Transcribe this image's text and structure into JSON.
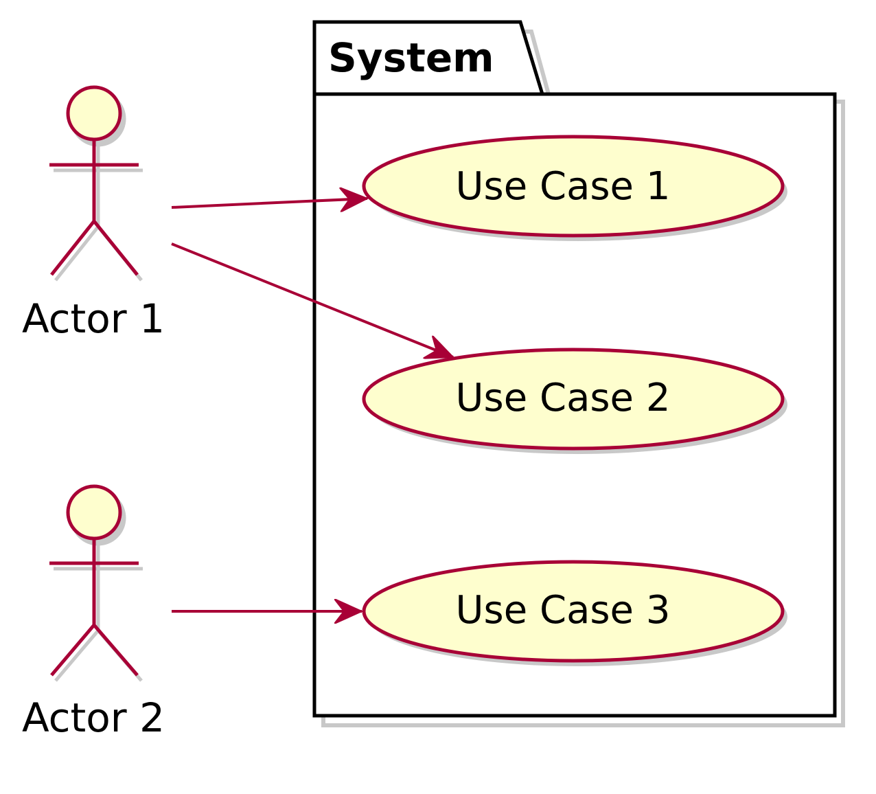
{
  "diagram": {
    "type": "uml-use-case",
    "package": {
      "title": "System"
    },
    "actors": [
      {
        "id": "actor1",
        "name": "Actor 1"
      },
      {
        "id": "actor2",
        "name": "Actor 2"
      }
    ],
    "use_cases": [
      {
        "id": "uc1",
        "name": "Use Case 1"
      },
      {
        "id": "uc2",
        "name": "Use Case 2"
      },
      {
        "id": "uc3",
        "name": "Use Case 3"
      }
    ],
    "associations": [
      {
        "from": "Actor 1",
        "to": "Use Case 1",
        "arrow": "open"
      },
      {
        "from": "Actor 1",
        "to": "Use Case 2",
        "arrow": "open"
      },
      {
        "from": "Actor 2",
        "to": "Use Case 3",
        "arrow": "open"
      }
    ]
  },
  "colors": {
    "actor_fill": "#FEFECE",
    "usecase_fill": "#FEFECE",
    "stroke": "#A80036",
    "package_border": "#000000",
    "shadow": "#C8C8C8"
  }
}
